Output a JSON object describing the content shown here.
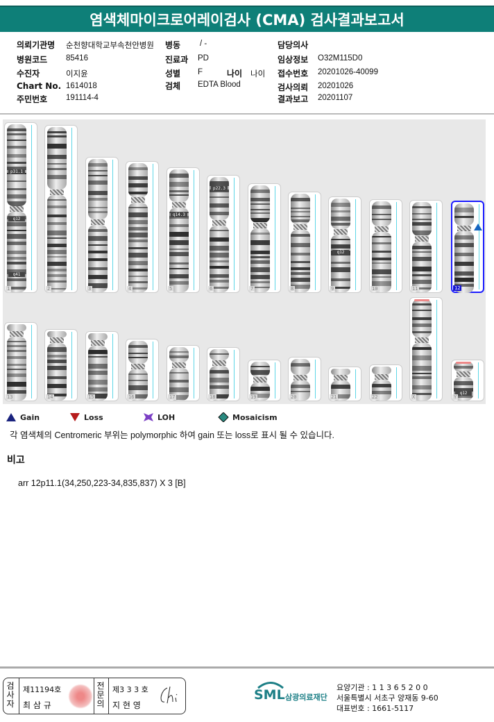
{
  "title": "염색체마이크로어레이검사 (CMA) 검사결과보고서",
  "info": {
    "institution_label": "의뢰기관명",
    "institution": "순천향대학교부속천안병원",
    "ward_label": "병동",
    "ward": "/ -",
    "doctor_label": "담당의사",
    "doctor": "",
    "hospital_code_label": "병원코드",
    "hospital_code": "85416",
    "dept_label": "진료과",
    "dept": "PD",
    "clinical_label": "임상정보",
    "clinical": "O32M115D0",
    "patient_label": "수진자",
    "patient": "이지윤",
    "sex_label": "성별",
    "sex": "F",
    "age_label": "나이",
    "age": "나이",
    "receipt_label": "접수번호",
    "receipt": "20201026-40099",
    "chart_label": "Chart No.",
    "chart": "1614018",
    "specimen_label": "검체",
    "specimen": "EDTA Blood",
    "request_label": "검사의뢰",
    "request": "20201026",
    "id_label": "주민번호",
    "id": "191114-4",
    "report_label": "결과보고",
    "report": "20201107"
  },
  "karyogram": {
    "chromosomes": [
      {
        "n": "1",
        "bands": [
          "p31.1",
          "q12",
          "q41"
        ]
      },
      {
        "n": "2",
        "bands": []
      },
      {
        "n": "3",
        "bands": []
      },
      {
        "n": "4",
        "bands": []
      },
      {
        "n": "5",
        "bands": [
          "q14.3"
        ]
      },
      {
        "n": "6",
        "bands": [
          "p22.3"
        ]
      },
      {
        "n": "7",
        "bands": []
      },
      {
        "n": "8",
        "bands": []
      },
      {
        "n": "9",
        "bands": [
          "q12"
        ]
      },
      {
        "n": "10",
        "bands": []
      },
      {
        "n": "11",
        "bands": []
      },
      {
        "n": "12",
        "bands": [],
        "selected": true,
        "gain": true
      },
      {
        "n": "13",
        "bands": []
      },
      {
        "n": "14",
        "bands": []
      },
      {
        "n": "15",
        "bands": []
      },
      {
        "n": "16",
        "bands": []
      },
      {
        "n": "17",
        "bands": []
      },
      {
        "n": "18",
        "bands": []
      },
      {
        "n": "19",
        "bands": []
      },
      {
        "n": "20",
        "bands": []
      },
      {
        "n": "21",
        "bands": []
      },
      {
        "n": "22",
        "bands": []
      },
      {
        "n": "X",
        "bands": []
      },
      {
        "n": "Y",
        "bands": [
          "q12"
        ]
      }
    ]
  },
  "legend": {
    "gain": "Gain",
    "loss": "Loss",
    "loh": "LOH",
    "mosaicism": "Mosaicism",
    "colors": {
      "gain": "#1a237e",
      "loss": "#b71c1c",
      "loh": "#7b3fc4",
      "mosaicism": "#2a8a80"
    }
  },
  "note": "각 염색체의 Centromeric 부위는 polymorphic 하여 gain 또는 loss로 표시 될 수 있습니다.",
  "remarks_title": "비고",
  "result": "arr 12p11.1(34,250,223-34,835,837) X 3 [B]",
  "footer": {
    "examiner_label": "검사자",
    "examiner_no": "제11194호",
    "examiner_name": "최 삼 규",
    "specialist_label": "전문의",
    "specialist_no": "제3 3 3 호",
    "specialist_name": "지 현 영",
    "logo": "SML",
    "org": "삼광의료재단",
    "care_no": "요양기관 : 1 1 3 6 5 2 0 0",
    "address": "서울특별시 서초구 양재동 9-60",
    "phone": "대표번호 : 1661-5117"
  }
}
